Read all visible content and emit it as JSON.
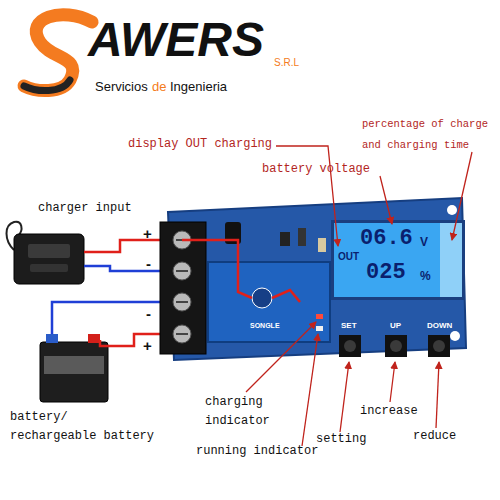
{
  "diagram": {
    "labels": [
      "AWERS",
      "S.R.L",
      "Servicios",
      "de",
      "Ingenieria",
      "display OUT charging",
      "percentage of charge and charging time",
      "battery voltage",
      "charger input",
      "+",
      "-",
      "-",
      "+",
      "OUT",
      "06.6",
      "V",
      "025",
      "%",
      "SONGLE",
      "SET",
      "UP",
      "DOWN",
      "battery/ rechargeable battery",
      "charging indicator",
      "running indicator",
      "setting",
      "increase",
      "reduce"
    ]
  }
}
